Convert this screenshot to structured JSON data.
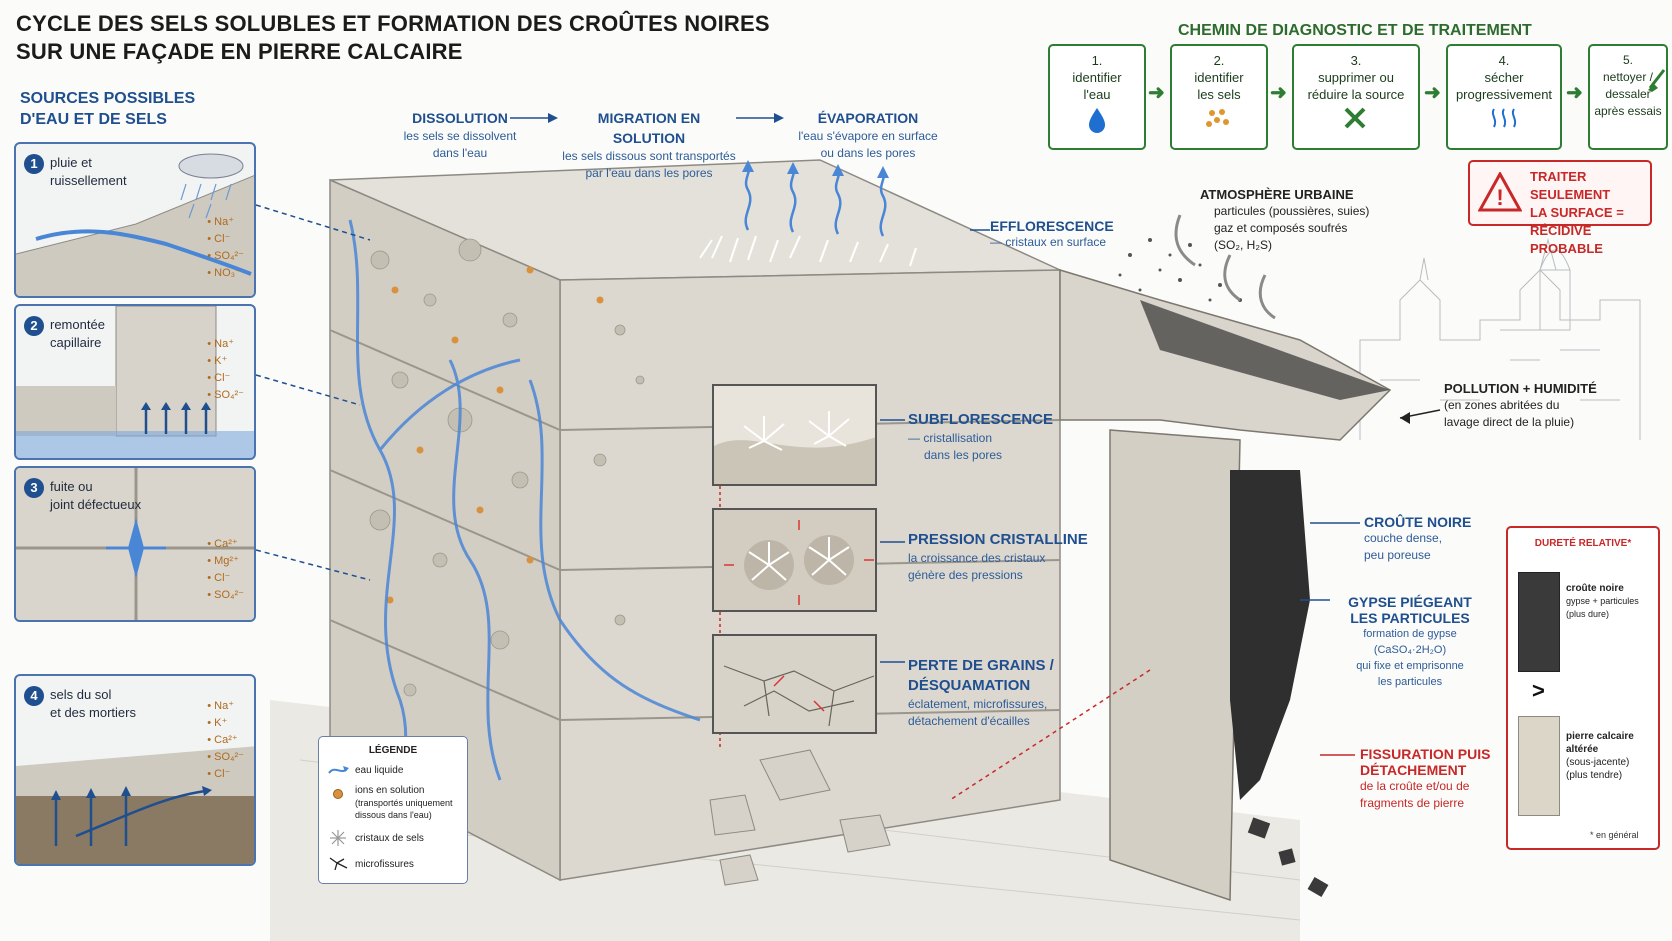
{
  "title": {
    "line1": "CYCLE DES SELS SOLUBLES ET FORMATION DES CROÛTES NOIRES",
    "line2": "SUR UNE FAÇADE EN PIERRE CALCAIRE"
  },
  "sources": {
    "heading1": "SOURCES POSSIBLES",
    "heading2": "D'EAU ET DE SELS",
    "items": [
      {
        "num": "1",
        "label1": "pluie et",
        "label2": "ruissellement",
        "ions": [
          "Na⁺",
          "Cl⁻",
          "SO₄²⁻",
          "NO₃⁻"
        ]
      },
      {
        "num": "2",
        "label1": "remontée",
        "label2": "capillaire",
        "ions": [
          "Na⁺",
          "K⁺",
          "Cl⁻",
          "SO₄²⁻"
        ]
      },
      {
        "num": "3",
        "label1": "fuite ou",
        "label2": "joint défectueux",
        "ions": [
          "Ca²⁺",
          "Mg²⁺",
          "Cl⁻",
          "SO₄²⁻"
        ]
      },
      {
        "num": "4",
        "label1": "sels du sol",
        "label2": "et des mortiers",
        "ions": [
          "Na⁺",
          "K⁺",
          "Ca²⁺",
          "SO₄²⁻",
          "Cl⁻"
        ]
      }
    ]
  },
  "process": {
    "dissolution": {
      "title": "DISSOLUTION",
      "text1": "les sels se dissolvent",
      "text2": "dans l'eau"
    },
    "migration": {
      "title": "MIGRATION EN SOLUTION",
      "text1": "les sels dissous sont transportés",
      "text2": "par l'eau dans les pores"
    },
    "evaporation": {
      "title": "ÉVAPORATION",
      "text1": "l'eau s'évapore en surface",
      "text2": "ou dans les pores"
    }
  },
  "efflorescence": {
    "title": "EFFLORESCENCE",
    "text": "— cristaux en surface"
  },
  "subflorescence": {
    "title": "SUBFLORESCENCE",
    "text1": "— cristallisation",
    "text2": "dans les pores"
  },
  "pression": {
    "title": "PRESSION CRISTALLINE",
    "text1": "la croissance des cristaux",
    "text2": "génère des pressions"
  },
  "perte": {
    "title1": "PERTE DE GRAINS /",
    "title2": "DÉSQUAMATION",
    "text1": "éclatement, microfissures,",
    "text2": "détachement d'écailles"
  },
  "legend": {
    "title": "LÉGENDE",
    "items": [
      {
        "icon": "arrow-icon",
        "label": "eau liquide"
      },
      {
        "icon": "ion-dot-icon",
        "label": "ions en solution",
        "note1": "(transportés uniquement",
        "note2": "dissous dans l'eau)"
      },
      {
        "icon": "crystal-icon",
        "label": "cristaux de sels"
      },
      {
        "icon": "microcrack-icon",
        "label": "microfissures"
      }
    ]
  },
  "diagnostic": {
    "heading": "CHEMIN DE DIAGNOSTIC ET DE TRAITEMENT",
    "steps": [
      {
        "num": "1.",
        "l1": "identifier",
        "l2": "l'eau",
        "icon": "water-drop-icon"
      },
      {
        "num": "2.",
        "l1": "identifier",
        "l2": "les sels",
        "icon": "salt-dots-icon"
      },
      {
        "num": "3.",
        "l1": "supprimer ou",
        "l2": "réduire la source",
        "icon": "tools-icon"
      },
      {
        "num": "4.",
        "l1": "sécher",
        "l2": "progressivement",
        "icon": "drying-waves-icon"
      },
      {
        "num": "5.",
        "l1": "nettoyer /",
        "l2": "dessaler",
        "l3": "après essais",
        "icon": "brush-icon"
      }
    ]
  },
  "warning": {
    "l1": "TRAITER SEULEMENT",
    "l2": "LA SURFACE =",
    "l3": "RÉCIDIVE PROBABLE"
  },
  "atmosphere": {
    "title": "ATMOSPHÈRE URBAINE",
    "b1": "particules (poussières, suies)",
    "b2": "gaz et composés soufrés",
    "b3": "(SO₂, H₂S)"
  },
  "pollution": {
    "title": "POLLUTION + HUMIDITÉ",
    "t1": "(en zones abritées du",
    "t2": "lavage direct de la pluie)"
  },
  "croute": {
    "title": "CROÛTE NOIRE",
    "t1": "couche dense,",
    "t2": "peu poreuse"
  },
  "gypse": {
    "title1": "GYPSE PIÉGEANT",
    "title2": "LES PARTICULES",
    "t1": "formation de gypse (CaSO₄·2H₂O)",
    "t2": "qui fixe et emprisonne",
    "t3": "les particules"
  },
  "fissuration": {
    "title1": "FISSURATION PUIS",
    "title2": "DÉTACHEMENT",
    "t1": "de la croûte et/ou de",
    "t2": "fragments de pierre"
  },
  "durete": {
    "title": "DURETÉ RELATIVE*",
    "top_label": "croûte noire",
    "top_t1": "gypse + particules",
    "top_t2": "(plus dure)",
    "compare": ">",
    "bottom_l1": "pierre calcaire",
    "bottom_l2": "altérée",
    "bottom_t1": "(sous-jacente)",
    "bottom_t2": "(plus tendre)",
    "note": "* en général"
  },
  "colors": {
    "blue": "#1f4f8f",
    "green": "#2e7d32",
    "red": "#c72828",
    "orange": "#b06a1e"
  }
}
